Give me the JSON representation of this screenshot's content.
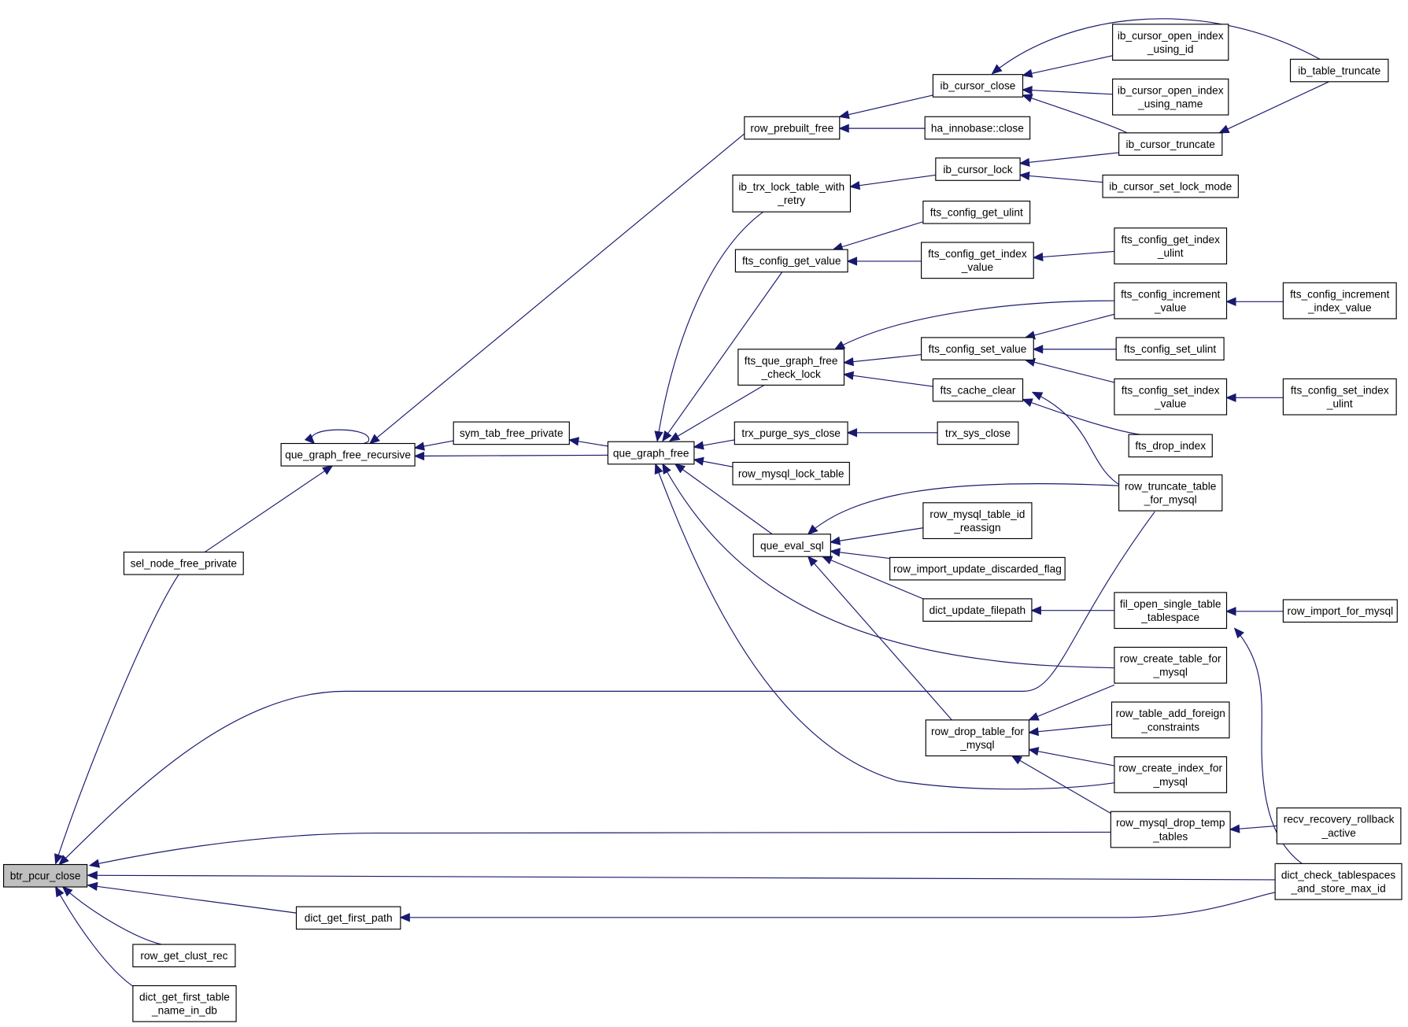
{
  "diagram": {
    "title": "",
    "focus_node": "btr_pcur_close",
    "edge_color": "#191970",
    "focus_fill": "#bfbfbf",
    "node_fill": "#ffffff",
    "edge_direction": "arrow points to callee (caller graph)"
  },
  "nodes": [
    {
      "id": "btr_pcur_close",
      "lines": [
        "btr_pcur_close"
      ],
      "focus": true
    },
    {
      "id": "sel_node_free_private",
      "lines": [
        "sel_node_free_private"
      ]
    },
    {
      "id": "que_graph_free_recursive",
      "lines": [
        "que_graph_free_recursive"
      ]
    },
    {
      "id": "sym_tab_free_private",
      "lines": [
        "sym_tab_free_private"
      ]
    },
    {
      "id": "que_graph_free",
      "lines": [
        "que_graph_free"
      ]
    },
    {
      "id": "row_prebuilt_free",
      "lines": [
        "row_prebuilt_free"
      ]
    },
    {
      "id": "ib_cursor_close",
      "lines": [
        "ib_cursor_close"
      ]
    },
    {
      "id": "ha_innobase_close",
      "lines": [
        "ha_innobase::close"
      ]
    },
    {
      "id": "ib_cursor_open_index_using_id",
      "lines": [
        "ib_cursor_open_index",
        "_using_id"
      ]
    },
    {
      "id": "ib_cursor_open_index_using_name",
      "lines": [
        "ib_cursor_open_index",
        "_using_name"
      ]
    },
    {
      "id": "ib_cursor_truncate",
      "lines": [
        "ib_cursor_truncate"
      ]
    },
    {
      "id": "ib_table_truncate",
      "lines": [
        "ib_table_truncate"
      ]
    },
    {
      "id": "ib_trx_lock_table_with_retry",
      "lines": [
        "ib_trx_lock_table_with",
        "_retry"
      ]
    },
    {
      "id": "ib_cursor_lock",
      "lines": [
        "ib_cursor_lock"
      ]
    },
    {
      "id": "ib_cursor_set_lock_mode",
      "lines": [
        "ib_cursor_set_lock_mode"
      ]
    },
    {
      "id": "fts_config_get_value",
      "lines": [
        "fts_config_get_value"
      ]
    },
    {
      "id": "fts_config_get_ulint",
      "lines": [
        "fts_config_get_ulint"
      ]
    },
    {
      "id": "fts_config_get_index_value",
      "lines": [
        "fts_config_get_index",
        "_value"
      ]
    },
    {
      "id": "fts_config_get_index_ulint",
      "lines": [
        "fts_config_get_index",
        "_ulint"
      ]
    },
    {
      "id": "fts_que_graph_free_check_lock",
      "lines": [
        "fts_que_graph_free",
        "_check_lock"
      ]
    },
    {
      "id": "fts_config_increment_value",
      "lines": [
        "fts_config_increment",
        "_value"
      ]
    },
    {
      "id": "fts_config_increment_index_value",
      "lines": [
        "fts_config_increment",
        "_index_value"
      ]
    },
    {
      "id": "fts_config_set_value",
      "lines": [
        "fts_config_set_value"
      ]
    },
    {
      "id": "fts_config_set_ulint",
      "lines": [
        "fts_config_set_ulint"
      ]
    },
    {
      "id": "fts_config_set_index_value",
      "lines": [
        "fts_config_set_index",
        "_value"
      ]
    },
    {
      "id": "fts_config_set_index_ulint",
      "lines": [
        "fts_config_set_index",
        "_ulint"
      ]
    },
    {
      "id": "fts_cache_clear",
      "lines": [
        "fts_cache_clear"
      ]
    },
    {
      "id": "fts_drop_index",
      "lines": [
        "fts_drop_index"
      ]
    },
    {
      "id": "trx_purge_sys_close",
      "lines": [
        "trx_purge_sys_close"
      ]
    },
    {
      "id": "trx_sys_close",
      "lines": [
        "trx_sys_close"
      ]
    },
    {
      "id": "row_mysql_lock_table",
      "lines": [
        "row_mysql_lock_table"
      ]
    },
    {
      "id": "row_truncate_table_for_mysql",
      "lines": [
        "row_truncate_table",
        "_for_mysql"
      ]
    },
    {
      "id": "que_eval_sql",
      "lines": [
        "que_eval_sql"
      ]
    },
    {
      "id": "row_mysql_table_id_reassign",
      "lines": [
        "row_mysql_table_id",
        "_reassign"
      ]
    },
    {
      "id": "row_import_update_discarded_flag",
      "lines": [
        "row_import_update_discarded_flag"
      ]
    },
    {
      "id": "dict_update_filepath",
      "lines": [
        "dict_update_filepath"
      ]
    },
    {
      "id": "fil_open_single_table_tablespace",
      "lines": [
        "fil_open_single_table",
        "_tablespace"
      ]
    },
    {
      "id": "row_import_for_mysql",
      "lines": [
        "row_import_for_mysql"
      ]
    },
    {
      "id": "row_create_table_for_mysql",
      "lines": [
        "row_create_table_for",
        "_mysql"
      ]
    },
    {
      "id": "row_drop_table_for_mysql",
      "lines": [
        "row_drop_table_for",
        "_mysql"
      ]
    },
    {
      "id": "row_table_add_foreign_constraints",
      "lines": [
        "row_table_add_foreign",
        "_constraints"
      ]
    },
    {
      "id": "row_create_index_for_mysql",
      "lines": [
        "row_create_index_for",
        "_mysql"
      ]
    },
    {
      "id": "row_mysql_drop_temp_tables",
      "lines": [
        "row_mysql_drop_temp",
        "_tables"
      ]
    },
    {
      "id": "recv_recovery_rollback_active",
      "lines": [
        "recv_recovery_rollback",
        "_active"
      ]
    },
    {
      "id": "dict_check_tablespaces_and_store_max_id",
      "lines": [
        "dict_check_tablespaces",
        "_and_store_max_id"
      ]
    },
    {
      "id": "dict_get_first_path",
      "lines": [
        "dict_get_first_path"
      ]
    },
    {
      "id": "row_get_clust_rec",
      "lines": [
        "row_get_clust_rec"
      ]
    },
    {
      "id": "dict_get_first_table_name_in_db",
      "lines": [
        "dict_get_first_table",
        "_name_in_db"
      ]
    }
  ],
  "edges": [
    {
      "from": "btr_pcur_close",
      "to": "sel_node_free_private"
    },
    {
      "from": "btr_pcur_close",
      "to": "row_truncate_table_for_mysql"
    },
    {
      "from": "btr_pcur_close",
      "to": "row_mysql_drop_temp_tables"
    },
    {
      "from": "btr_pcur_close",
      "to": "dict_check_tablespaces_and_store_max_id"
    },
    {
      "from": "btr_pcur_close",
      "to": "dict_get_first_path"
    },
    {
      "from": "btr_pcur_close",
      "to": "row_get_clust_rec"
    },
    {
      "from": "btr_pcur_close",
      "to": "dict_get_first_table_name_in_db"
    },
    {
      "from": "que_graph_free_recursive",
      "to": "sel_node_free_private"
    },
    {
      "from": "que_graph_free_recursive",
      "to": "que_graph_free_recursive"
    },
    {
      "from": "que_graph_free_recursive",
      "to": "row_prebuilt_free"
    },
    {
      "from": "que_graph_free_recursive",
      "to": "sym_tab_free_private"
    },
    {
      "from": "que_graph_free_recursive",
      "to": "que_graph_free"
    },
    {
      "from": "sym_tab_free_private",
      "to": "que_graph_free"
    },
    {
      "from": "row_prebuilt_free",
      "to": "ib_cursor_close"
    },
    {
      "from": "row_prebuilt_free",
      "to": "ha_innobase_close"
    },
    {
      "from": "ib_cursor_close",
      "to": "ib_table_truncate"
    },
    {
      "from": "ib_cursor_close",
      "to": "ib_cursor_open_index_using_id"
    },
    {
      "from": "ib_cursor_close",
      "to": "ib_cursor_open_index_using_name"
    },
    {
      "from": "ib_cursor_close",
      "to": "ib_cursor_truncate"
    },
    {
      "from": "ib_cursor_truncate",
      "to": "ib_table_truncate"
    },
    {
      "from": "ib_cursor_lock",
      "to": "ib_cursor_truncate"
    },
    {
      "from": "ib_cursor_lock",
      "to": "ib_cursor_set_lock_mode"
    },
    {
      "from": "ib_trx_lock_table_with_retry",
      "to": "ib_cursor_lock"
    },
    {
      "from": "que_graph_free",
      "to": "ib_trx_lock_table_with_retry"
    },
    {
      "from": "que_graph_free",
      "to": "fts_config_get_value"
    },
    {
      "from": "que_graph_free",
      "to": "fts_que_graph_free_check_lock"
    },
    {
      "from": "que_graph_free",
      "to": "trx_purge_sys_close"
    },
    {
      "from": "que_graph_free",
      "to": "row_mysql_lock_table"
    },
    {
      "from": "que_graph_free",
      "to": "que_eval_sql"
    },
    {
      "from": "que_graph_free",
      "to": "row_create_table_for_mysql"
    },
    {
      "from": "que_graph_free",
      "to": "row_create_index_for_mysql"
    },
    {
      "from": "fts_config_get_value",
      "to": "fts_config_get_ulint"
    },
    {
      "from": "fts_config_get_value",
      "to": "fts_config_get_index_value"
    },
    {
      "from": "fts_config_get_index_value",
      "to": "fts_config_get_index_ulint"
    },
    {
      "from": "fts_que_graph_free_check_lock",
      "to": "fts_config_increment_value"
    },
    {
      "from": "fts_que_graph_free_check_lock",
      "to": "fts_config_set_value"
    },
    {
      "from": "fts_que_graph_free_check_lock",
      "to": "fts_cache_clear"
    },
    {
      "from": "fts_config_increment_value",
      "to": "fts_config_increment_index_value"
    },
    {
      "from": "fts_config_set_value",
      "to": "fts_config_increment_value"
    },
    {
      "from": "fts_config_set_value",
      "to": "fts_config_set_ulint"
    },
    {
      "from": "fts_config_set_value",
      "to": "fts_config_set_index_value"
    },
    {
      "from": "fts_config_set_index_value",
      "to": "fts_config_set_index_ulint"
    },
    {
      "from": "fts_cache_clear",
      "to": "fts_drop_index"
    },
    {
      "from": "fts_cache_clear",
      "to": "row_truncate_table_for_mysql"
    },
    {
      "from": "trx_purge_sys_close",
      "to": "trx_sys_close"
    },
    {
      "from": "que_eval_sql",
      "to": "row_truncate_table_for_mysql"
    },
    {
      "from": "que_eval_sql",
      "to": "row_mysql_table_id_reassign"
    },
    {
      "from": "que_eval_sql",
      "to": "row_import_update_discarded_flag"
    },
    {
      "from": "que_eval_sql",
      "to": "dict_update_filepath"
    },
    {
      "from": "que_eval_sql",
      "to": "row_drop_table_for_mysql"
    },
    {
      "from": "dict_update_filepath",
      "to": "fil_open_single_table_tablespace"
    },
    {
      "from": "fil_open_single_table_tablespace",
      "to": "row_import_for_mysql"
    },
    {
      "from": "fil_open_single_table_tablespace",
      "to": "dict_check_tablespaces_and_store_max_id"
    },
    {
      "from": "row_drop_table_for_mysql",
      "to": "row_create_table_for_mysql"
    },
    {
      "from": "row_drop_table_for_mysql",
      "to": "row_table_add_foreign_constraints"
    },
    {
      "from": "row_drop_table_for_mysql",
      "to": "row_create_index_for_mysql"
    },
    {
      "from": "row_drop_table_for_mysql",
      "to": "row_mysql_drop_temp_tables"
    },
    {
      "from": "row_mysql_drop_temp_tables",
      "to": "recv_recovery_rollback_active"
    },
    {
      "from": "dict_get_first_path",
      "to": "dict_check_tablespaces_and_store_max_id"
    }
  ]
}
